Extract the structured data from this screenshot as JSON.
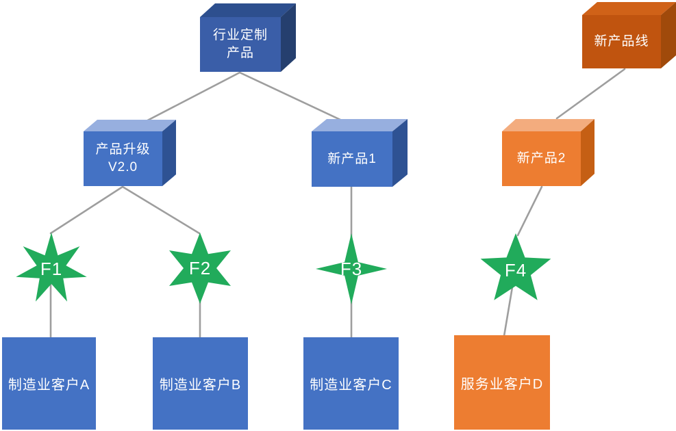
{
  "diagram": {
    "nodes": {
      "industry_custom_product": {
        "line1": "行业定制",
        "line2": "产品"
      },
      "new_product_line": {
        "line1": "新产品线"
      },
      "product_upgrade_v2": {
        "line1": "产品升级",
        "line2": "V2.0"
      },
      "new_product_1": {
        "line1": "新产品1"
      },
      "new_product_2": {
        "line1": "新产品2"
      },
      "feature_f1": {
        "label": "F1"
      },
      "feature_f2": {
        "label": "F2"
      },
      "feature_f3": {
        "label": "F3"
      },
      "feature_f4": {
        "label": "F4"
      },
      "manufacturing_customer_a": {
        "label": "制造业客户A"
      },
      "manufacturing_customer_b": {
        "label": "制造业客户B"
      },
      "manufacturing_customer_c": {
        "label": "制造业客户C"
      },
      "service_customer_d": {
        "label": "服务业客户D"
      }
    },
    "edges": [
      {
        "from": "industry_custom_product",
        "to": "product_upgrade_v2"
      },
      {
        "from": "industry_custom_product",
        "to": "new_product_1"
      },
      {
        "from": "new_product_line",
        "to": "new_product_2"
      },
      {
        "from": "product_upgrade_v2",
        "to": "feature_f1"
      },
      {
        "from": "product_upgrade_v2",
        "to": "feature_f2"
      },
      {
        "from": "new_product_1",
        "to": "feature_f3"
      },
      {
        "from": "new_product_2",
        "to": "feature_f4"
      },
      {
        "from": "feature_f1",
        "to": "manufacturing_customer_a"
      },
      {
        "from": "feature_f2",
        "to": "manufacturing_customer_b"
      },
      {
        "from": "feature_f3",
        "to": "manufacturing_customer_c"
      },
      {
        "from": "feature_f4",
        "to": "service_customer_d"
      }
    ],
    "colors": {
      "dark_blue_front": "#3a5ea8",
      "dark_blue_top": "#2d4f8e",
      "dark_blue_side": "#253f6e",
      "blue_front": "#4472c4",
      "blue_top": "#97afdf",
      "blue_side": "#2e5293",
      "orange_front": "#ed7d31",
      "orange_top": "#f3ac7e",
      "orange_side": "#c55f14",
      "dark_orange_front": "#c0540f",
      "dark_orange_top": "#d06218",
      "dark_orange_side": "#a04a0b",
      "green": "#21ab5b",
      "connector": "#9e9e9e",
      "label_text": "#ffffff"
    }
  }
}
